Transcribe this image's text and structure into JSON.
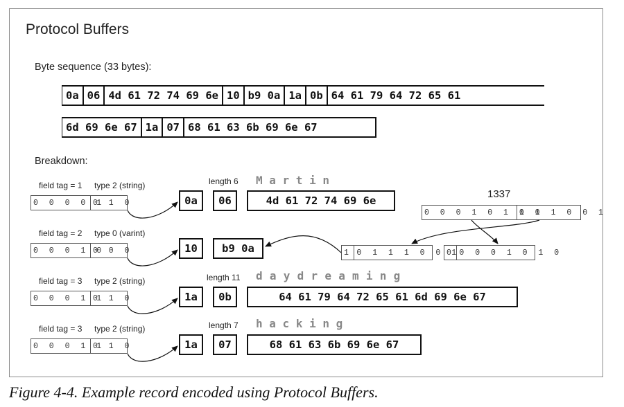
{
  "title": "Protocol Buffers",
  "byte_sequence_label": "Byte sequence (33 bytes):",
  "sequence_row1": [
    "0a",
    "06",
    "4d 61 72 74 69 6e",
    "10",
    "b9 0a",
    "1a",
    "0b",
    "64 61 79 64 72 65 61"
  ],
  "sequence_row2": [
    "6d 69 6e 67",
    "1a",
    "07",
    "68 61 63 6b 69 6e 67"
  ],
  "breakdown_label": "Breakdown:",
  "fields": [
    {
      "tag_label": "field tag = 1",
      "type_label": "type 2 (string)",
      "tag_bits": "0 0 0 0 1",
      "type_bits": "0 1 0",
      "tag_byte": "0a",
      "length_byte": "06",
      "length_label": "length 6",
      "value_bytes": "4d 61 72 74 69 6e",
      "spelled": "M a r t i n"
    },
    {
      "tag_label": "field tag = 2",
      "type_label": "type 0 (varint)",
      "tag_bits": "0 0 0 1 0",
      "type_bits": "0 0 0",
      "tag_byte": "10",
      "value_bytes": "b9 0a"
    },
    {
      "tag_label": "field tag = 3",
      "type_label": "type 2 (string)",
      "tag_bits": "0 0 0 1 1",
      "type_bits": "0 1 0",
      "tag_byte": "1a",
      "length_byte": "0b",
      "length_label": "length 11",
      "value_bytes": "64 61 79 64 72 65 61 6d 69 6e 67",
      "spelled": "d a y d r e a m i n g"
    },
    {
      "tag_label": "field tag = 3",
      "type_label": "type 2 (string)",
      "tag_bits": "0 0 0 1 1",
      "type_bits": "0 1 0",
      "tag_byte": "1a",
      "length_byte": "07",
      "length_label": "length 7",
      "value_bytes": "68 61 63 6b 69 6e 67",
      "spelled": "h a c k i n g"
    }
  ],
  "varint": {
    "value": "1337",
    "bits_hi": "0 0 0 1 0 1 0 0",
    "bits_lo": "1 1 1 0 0 1",
    "byte1_cont": "1",
    "byte1_bits": "0 1 1 1 0 0 1",
    "byte2_cont": "0",
    "byte2_bits": "0 0 0 1 0 1 0"
  },
  "caption": "Figure 4-4. Example record encoded using Protocol Buffers."
}
